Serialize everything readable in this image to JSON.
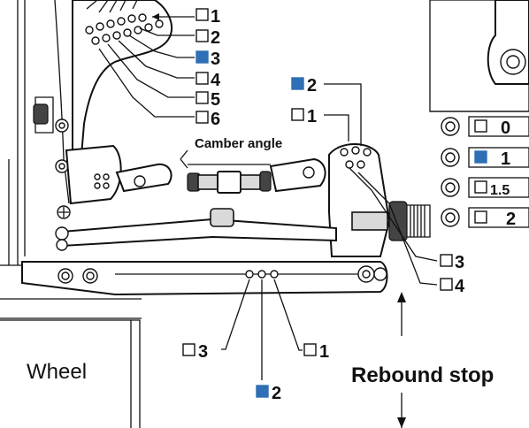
{
  "colors": {
    "selected": "#2f6fb5",
    "line": "#111111",
    "background": "#ffffff"
  },
  "upper_link_positions": [
    {
      "label": "1",
      "selected": false
    },
    {
      "label": "2",
      "selected": false
    },
    {
      "label": "3",
      "selected": true
    },
    {
      "label": "4",
      "selected": false
    },
    {
      "label": "5",
      "selected": false
    },
    {
      "label": "6",
      "selected": false
    }
  ],
  "hub_positions": [
    {
      "label": "2",
      "selected": true
    },
    {
      "label": "1",
      "selected": false
    }
  ],
  "camber_angle_label": "Camber angle",
  "insert_options": [
    {
      "label": "0",
      "selected": false
    },
    {
      "label": "1",
      "selected": true
    },
    {
      "label": "1.5",
      "selected": false
    },
    {
      "label": "2",
      "selected": false
    }
  ],
  "arm_end_positions": [
    {
      "label": "3",
      "selected": false
    },
    {
      "label": "4",
      "selected": false
    }
  ],
  "lower_arm_positions": [
    {
      "label": "3",
      "selected": false
    },
    {
      "label": "2",
      "selected": true
    },
    {
      "label": "1",
      "selected": false
    }
  ],
  "wheel_label": "Wheel",
  "rebound_stop_label": "Rebound stop"
}
